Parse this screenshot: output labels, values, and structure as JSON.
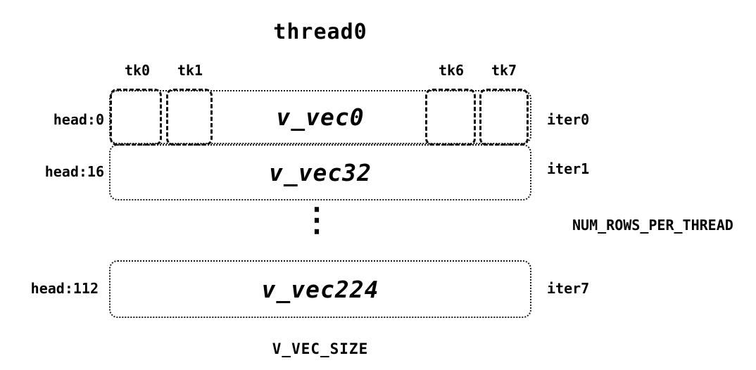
{
  "title": "thread0",
  "tk_labels": [
    "tk0",
    "tk1",
    "tk6",
    "tk7"
  ],
  "rows": [
    {
      "head": "head:0",
      "vec": "v_vec0",
      "iter": "iter0"
    },
    {
      "head": "head:16",
      "vec": "v_vec32",
      "iter": "iter1"
    },
    {
      "head": "head:112",
      "vec": "v_vec224",
      "iter": "iter7"
    }
  ],
  "ellipsis": "⋮",
  "right_label": "NUM_ROWS_PER_THREAD",
  "bottom_label": "V_VEC_SIZE"
}
